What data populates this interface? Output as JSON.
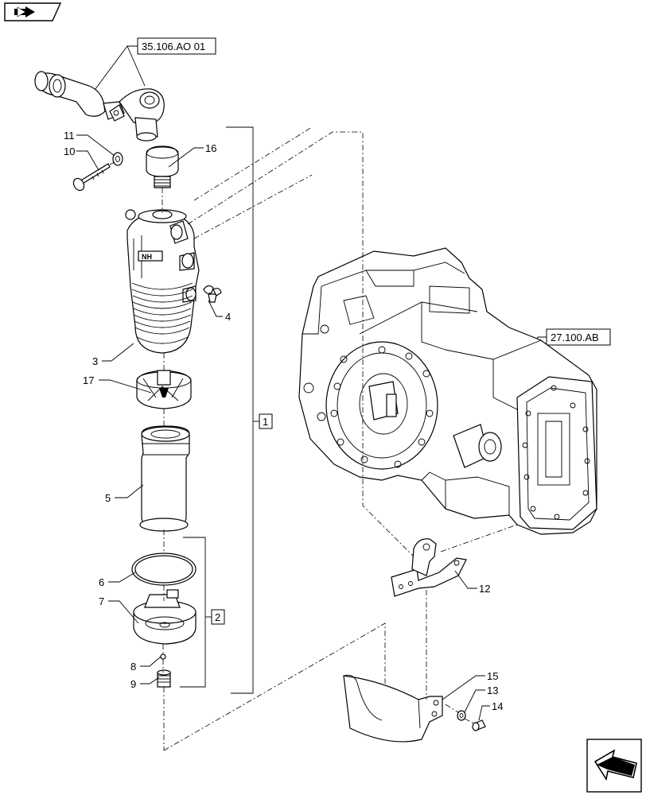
{
  "references": {
    "top_ref": "35.106.AO 01",
    "right_ref": "27.100.AB"
  },
  "group_labels": {
    "group_1": "1",
    "group_2": "2"
  },
  "callouts": {
    "c3": "3",
    "c4": "4",
    "c5": "5",
    "c6": "6",
    "c7": "7",
    "c8": "8",
    "c9": "9",
    "c10": "10",
    "c11": "11",
    "c12": "12",
    "c13": "13",
    "c14": "14",
    "c15": "15",
    "c16": "16",
    "c17": "17"
  },
  "icons": {
    "top_left": "book-arrow-icon",
    "bottom_right": "next-page-arrow-icon"
  }
}
